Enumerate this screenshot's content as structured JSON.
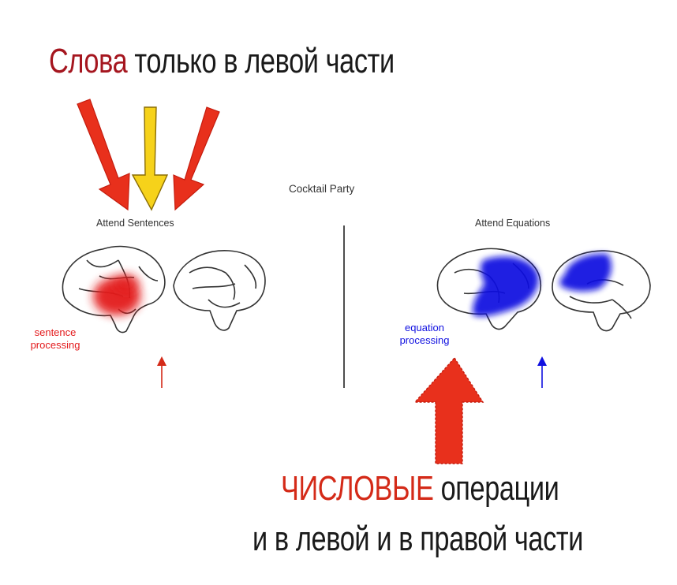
{
  "headline": {
    "accent_word": "Слова",
    "rest": "только в левой части"
  },
  "figure": {
    "title": "Cocktail Party",
    "left_panel": {
      "title": "Attend Sentences",
      "region_label_line1": "sentence",
      "region_label_line2": "processing",
      "color": "#e31a1c"
    },
    "right_panel": {
      "title": "Attend Equations",
      "region_label_line1": "equation",
      "region_label_line2": "processing",
      "color": "#1010e0"
    }
  },
  "bottom_caption": {
    "accent_word": "ЧИСЛОВЫЕ",
    "line1_rest": "операции",
    "line2": "и в левой и в правой части"
  },
  "colors": {
    "headline_accent": "#a5161f",
    "bottom_accent": "#d42a18",
    "arrow_red": "#e8301c",
    "arrow_yellow": "#f6d21a"
  }
}
